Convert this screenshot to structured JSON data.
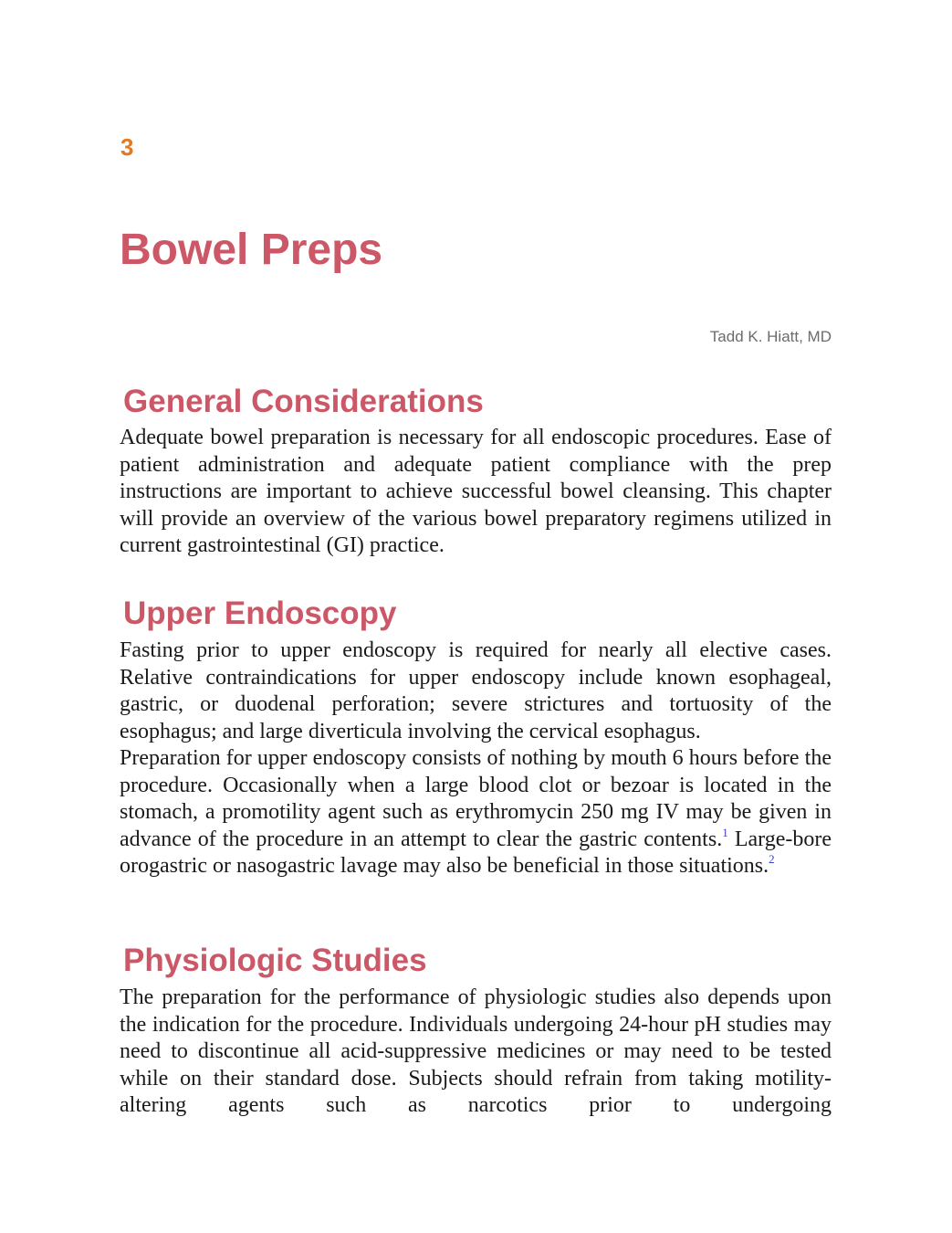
{
  "chapter": {
    "number": "3",
    "title": "Bowel Preps",
    "author": "Tadd K. Hiatt, MD"
  },
  "sections": [
    {
      "heading": "General Considerations",
      "paragraphs": [
        {
          "text": "Adequate bowel preparation is necessary for all endoscopic procedures. Ease of patient administration and adequate patient compliance with the prep instructions are important to achieve successful bowel cleansing. This chapter will provide an overview of the various bowel preparatory regimens utilized in current gastrointestinal (GI) practice."
        }
      ]
    },
    {
      "heading": "Upper Endoscopy",
      "paragraphs": [
        {
          "text": "Fasting prior to upper endoscopy is required for nearly all elective cases. Relative contraindications for upper endoscopy include known esophageal, gastric, or duodenal perforation; severe strictures and tortuosity of the esophagus; and large diverticula involving the cervical esophagus."
        },
        {
          "text_a": "Preparation for upper endoscopy consists of nothing by mouth 6 hours before the procedure. Occasionally when a large blood clot or bezoar is located in the stomach, a promotility agent such as erythromycin 250 mg IV may be given in advance of the procedure in an attempt to clear the gastric contents.",
          "ref_a": "1",
          "text_b": " Large-bore orogastric or nasogastric lavage may also be beneficial in those situations.",
          "ref_b": "2"
        }
      ]
    },
    {
      "heading": "Physiologic Studies",
      "paragraphs": [
        {
          "text": "The preparation for the performance of physiologic studies also depends upon the indication for the procedure. Individuals undergoing 24-hour pH studies may need to discontinue all acid-suppressive medicines or may need to be tested while on their standard dose. Subjects should refrain from taking motility-altering agents such as narcotics prior to undergoing"
        }
      ]
    }
  ],
  "colors": {
    "chapter_number": "#e37a22",
    "heading": "#cc5766",
    "author": "#6b6b6b",
    "body_text": "#1a1a1a",
    "reference_link": "#3b3bd6"
  }
}
